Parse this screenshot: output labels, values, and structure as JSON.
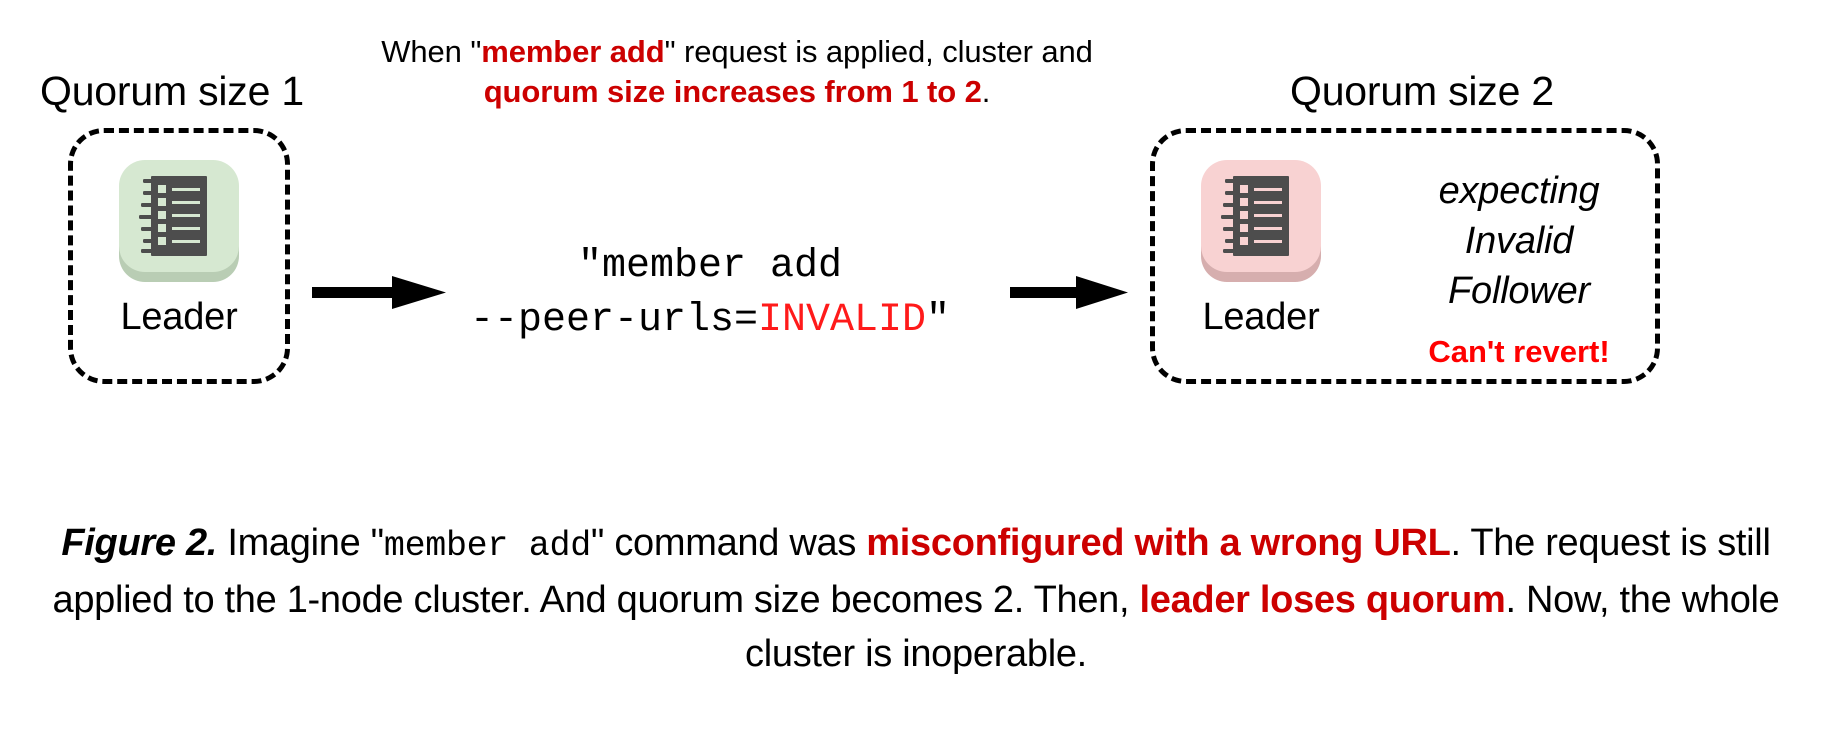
{
  "figure": {
    "headings": {
      "left": "Quorum size 1",
      "right": "Quorum size 2"
    },
    "top_annotation": {
      "seg1": "When \"",
      "seg2_highlight": "member add",
      "seg3": "\" request is applied, cluster and ",
      "seg4_highlight": "quorum size increases from 1 to 2",
      "seg5": "."
    },
    "command": {
      "line1": "\"member add",
      "line2_prefix": "--peer-urls=",
      "line2_invalid": "INVALID",
      "line2_suffix": "\""
    },
    "left_cluster": {
      "node_label": "Leader",
      "icon": "ledger-icon",
      "tile_color": "#d6e8d1"
    },
    "right_cluster": {
      "node_label": "Leader",
      "icon": "ledger-icon",
      "tile_color": "#f8d2d2",
      "status_lines": [
        "expecting",
        "Invalid",
        "Follower"
      ],
      "warning": "Can't revert!"
    },
    "arrows": {
      "arrow1": "arrow-right",
      "arrow2": "arrow-right"
    },
    "caption": {
      "fignum": "Figure 2.",
      "p1": " Imagine \"",
      "mono1": "member add",
      "p2": "\" command was ",
      "hl1": "misconfigured with a wrong URL",
      "p3": ". The request is still applied to the 1-node cluster. And quorum size becomes 2. Then, ",
      "hl2": "leader loses quorum",
      "p4": ". Now, the whole cluster is inoperable."
    },
    "colors": {
      "highlight_red": "#cc0000",
      "invalid_red": "#ff1a1a",
      "warning_red": "#ff0000",
      "green_tile": "#d6e8d1",
      "pink_tile": "#f8d2d2",
      "icon_dark": "#4d4d4d"
    }
  }
}
